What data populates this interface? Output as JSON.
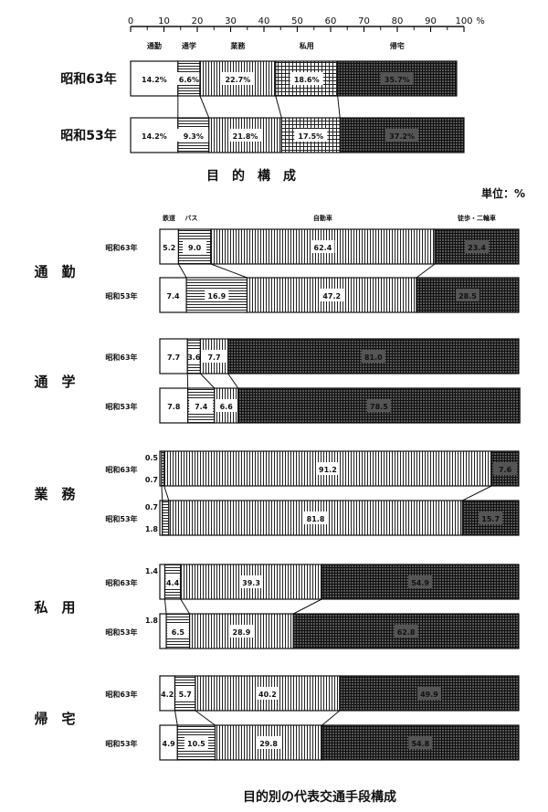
{
  "chart_data": [
    {
      "type": "stacked-bar-horizontal",
      "title": "目　的　構　成",
      "xlim": [
        0,
        100
      ],
      "xticks": [
        0,
        10,
        20,
        30,
        40,
        50,
        60,
        70,
        80,
        90,
        100
      ],
      "xunit": "%",
      "categories": [
        "通勤",
        "通学",
        "業務",
        "私用",
        "帰宅"
      ],
      "rows": [
        {
          "label": "昭和63年",
          "values": [
            14.2,
            6.6,
            22.7,
            18.6,
            35.7
          ],
          "labels": [
            "14.2%",
            "6.6%",
            "22.7%",
            "18.6%",
            "35.7%"
          ]
        },
        {
          "label": "昭和53年",
          "values": [
            14.2,
            9.3,
            21.8,
            17.5,
            37.2
          ],
          "labels": [
            "14.2%",
            "9.3%",
            "21.8%",
            "17.5%",
            "37.2%"
          ]
        }
      ]
    },
    {
      "type": "stacked-bar-horizontal",
      "title": "目的別の代表交通手段構成",
      "unit_label": "単位：%",
      "modes": [
        "鉄道",
        "バス",
        "自動車",
        "徒歩・二輪車"
      ],
      "groups": [
        {
          "name": "通　勤",
          "rows": [
            {
              "label": "昭和63年",
              "values": [
                5.2,
                9.0,
                62.4,
                23.4
              ],
              "labels": [
                "5.2",
                "9.0",
                "62.4",
                "23.4"
              ]
            },
            {
              "label": "昭和53年",
              "values": [
                7.4,
                16.9,
                47.2,
                28.5
              ],
              "labels": [
                "7.4",
                "16.9",
                "47.2",
                "28.5"
              ]
            }
          ]
        },
        {
          "name": "通　学",
          "rows": [
            {
              "label": "昭和63年",
              "values": [
                7.7,
                3.6,
                7.7,
                81.0
              ],
              "labels": [
                "7.7",
                "3.6",
                "7.7",
                "81.0"
              ]
            },
            {
              "label": "昭和53年",
              "values": [
                7.8,
                7.4,
                6.6,
                78.5
              ],
              "labels": [
                "7.8",
                "7.4",
                "6.6",
                "78.5"
              ]
            }
          ]
        },
        {
          "name": "業　務",
          "rows": [
            {
              "label": "昭和63年",
              "values": [
                0.5,
                0.7,
                91.2,
                7.6
              ],
              "labels": [
                "0.5",
                "0.7",
                "91.2",
                "7.6"
              ]
            },
            {
              "label": "昭和53年",
              "values": [
                0.7,
                1.8,
                81.8,
                15.7
              ],
              "labels": [
                "0.7",
                "1.8",
                "81.8",
                "15.7"
              ]
            }
          ]
        },
        {
          "name": "私　用",
          "rows": [
            {
              "label": "昭和63年",
              "values": [
                1.4,
                4.4,
                39.3,
                54.9
              ],
              "labels": [
                "1.4",
                "4.4",
                "39.3",
                "54.9"
              ]
            },
            {
              "label": "昭和53年",
              "values": [
                1.8,
                6.5,
                28.9,
                62.8
              ],
              "labels": [
                "1.8",
                "6.5",
                "28.9",
                "62.8"
              ]
            }
          ]
        },
        {
          "name": "帰　宅",
          "rows": [
            {
              "label": "昭和63年",
              "values": [
                4.2,
                5.7,
                40.2,
                49.9
              ],
              "labels": [
                "4.2",
                "5.7",
                "40.2",
                "49.9"
              ]
            },
            {
              "label": "昭和53年",
              "values": [
                4.9,
                10.5,
                29.8,
                54.8
              ],
              "labels": [
                "4.9",
                "10.5",
                "29.8",
                "54.8"
              ]
            }
          ]
        }
      ]
    }
  ]
}
